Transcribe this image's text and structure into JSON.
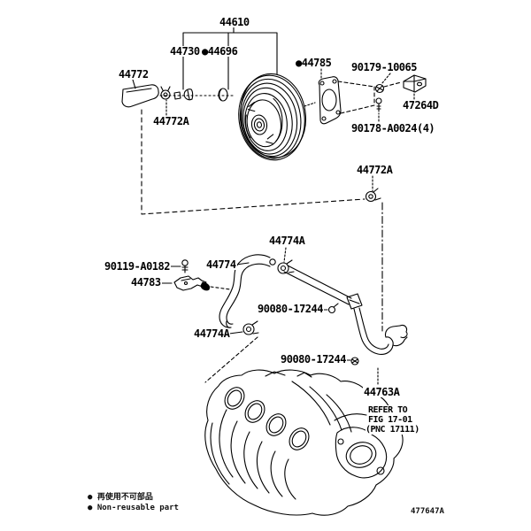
{
  "diagram": {
    "title_part": "44610",
    "figure_code": "477647A",
    "colors": {
      "line": "#000000",
      "background": "#ffffff"
    },
    "labels": {
      "l44610": "44610",
      "l44730": "44730",
      "l44696": "●44696",
      "l44772": "44772",
      "l44772a_left": "44772A",
      "l44785": "●44785",
      "l90179": "90179-10065",
      "l47264d": "47264D",
      "l90178": "90178-A0024(4)",
      "l44772a_right": "44772A",
      "l44774a_top": "44774A",
      "l90119": "90119-A0182",
      "l44783": "44783",
      "l44774": "44774",
      "l90080_upper": "90080-17244",
      "l44774a_bottom": "44774A",
      "l90080_lower": "90080-17244",
      "l44763a": "44763A",
      "refer_line1": "REFER TO",
      "refer_line2": "FIG 17-01",
      "refer_line3": "(PNC 17111)"
    },
    "footnotes": {
      "jp": "● 再使用不可部品",
      "en": "● Non-reusable part"
    }
  }
}
